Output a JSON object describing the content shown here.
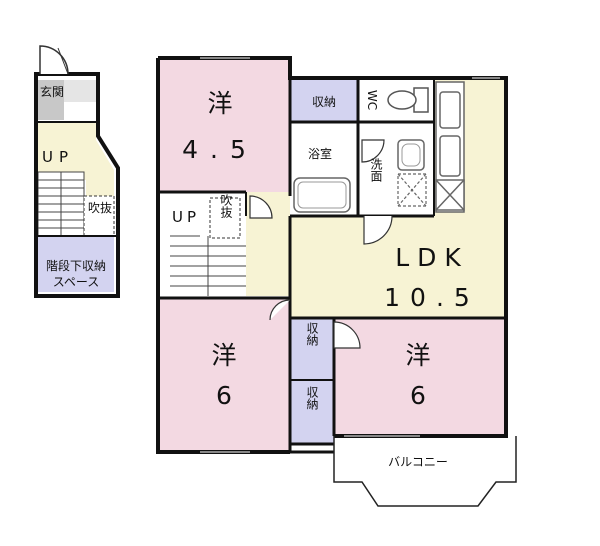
{
  "colors": {
    "western_room": "#f3d9e2",
    "ldk": "#f7f3d4",
    "storage": "#d3d3f0",
    "wet_area": "#ffffff",
    "entrance": "#c8c8c8",
    "wall": "#111111",
    "fixture": "#666666"
  },
  "stair_annex": {
    "entrance_label": "玄関",
    "up_label": "UP",
    "void_label": "吹抜",
    "under_stair_storage_label": "階段下収納スペース"
  },
  "rooms": {
    "bedroom_north": {
      "type": "洋",
      "size": "4.5"
    },
    "bedroom_southwest": {
      "type": "洋",
      "size": "6"
    },
    "bedroom_southeast": {
      "type": "洋",
      "size": "6"
    },
    "ldk": {
      "type": "LDK",
      "size": "10.5"
    }
  },
  "fixtures": {
    "closet_label": "収納",
    "toilet_label": "WC",
    "bathroom_label": "浴室",
    "washroom_label": "洗面",
    "stair_up_label": "UP",
    "stair_void_label": "吹抜",
    "balcony_label": "バルコニー"
  }
}
